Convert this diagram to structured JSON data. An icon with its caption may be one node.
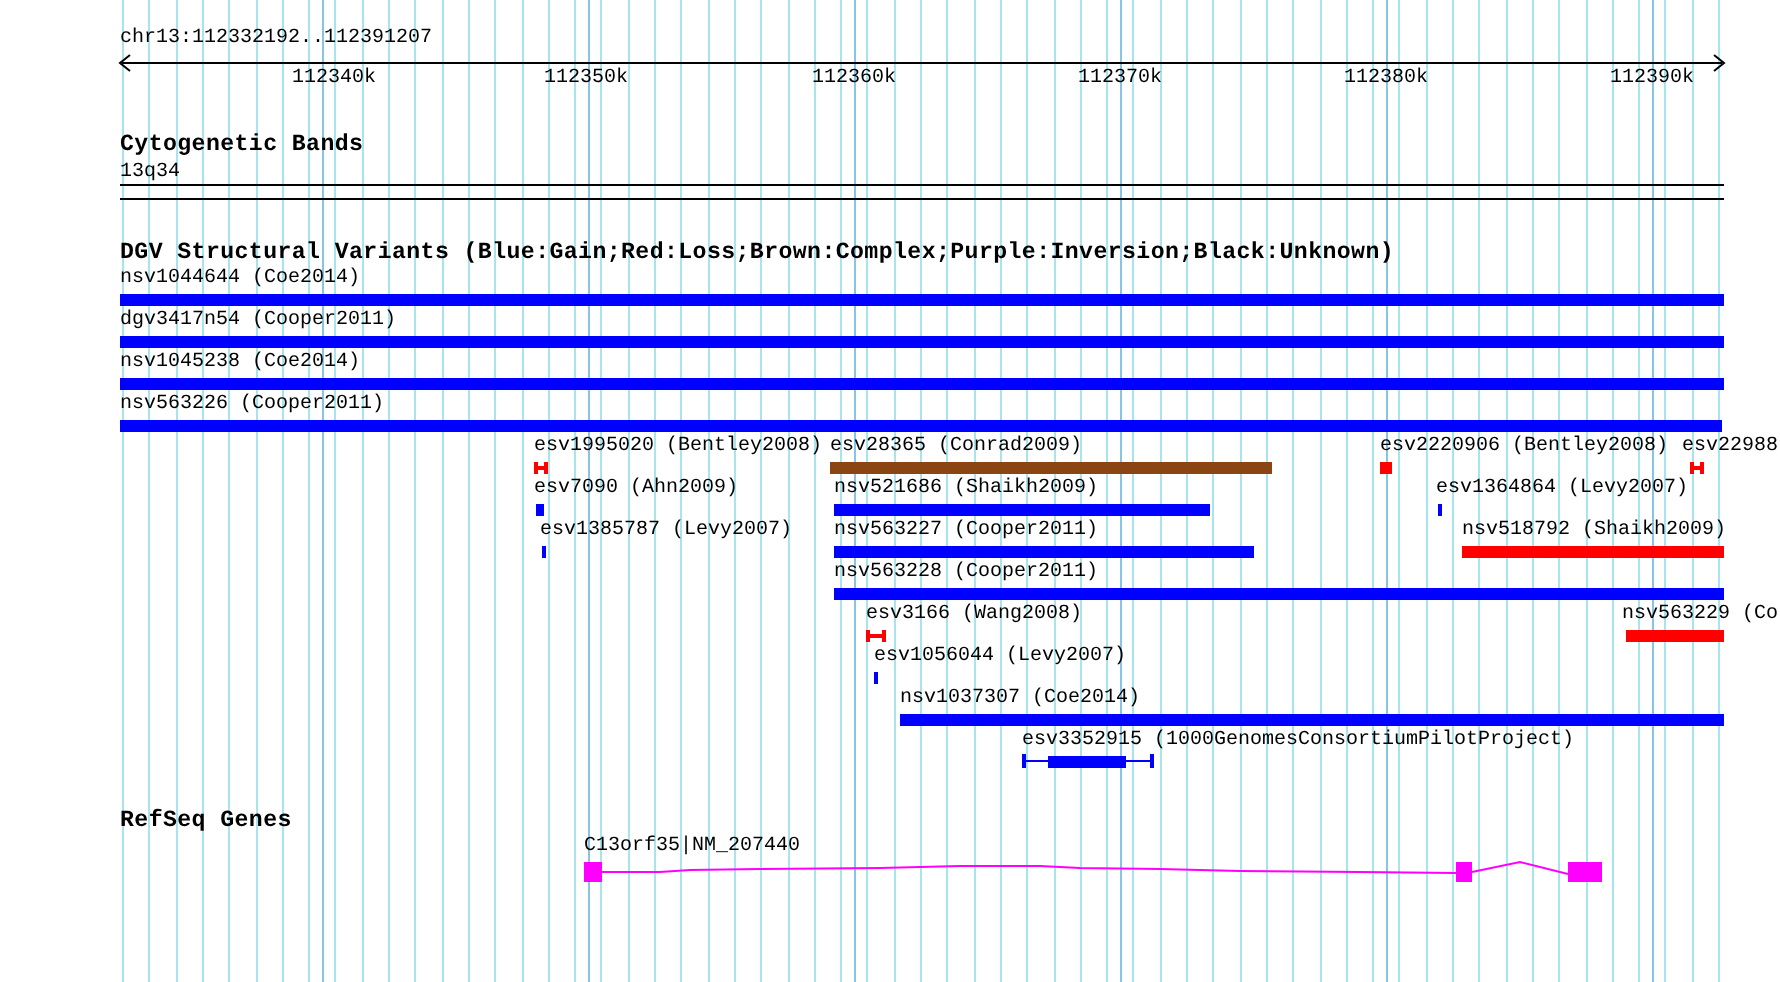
{
  "diagram": {
    "labels": [
      "chr13:112332192..112391207",
      "112340k",
      "112350k",
      "112360k",
      "112370k",
      "112380k",
      "112390k",
      "Cytogenetic Bands",
      "13q34",
      "DGV Structural Variants (Blue:Gain;Red:Loss;Brown:Complex;Purple:Inversion;Black:Unknown)",
      "nsv1044644 (Coe2014)",
      "dgv3417n54 (Cooper2011)",
      "nsv1045238 (Coe2014)",
      "nsv563226 (Cooper2011)",
      "esv1995020 (Bentley2008)",
      "esv28365 (Conrad2009)",
      "esv2220906 (Bentley2008)",
      "esv22988",
      "esv7090 (Ahn2009)",
      "nsv521686 (Shaikh2009)",
      "esv1364864 (Levy2007)",
      "esv1385787 (Levy2007)",
      "nsv563227 (Cooper2011)",
      "nsv518792 (Shaikh2009)",
      "nsv563228 (Cooper2011)",
      "esv3166 (Wang2008)",
      "nsv563229 (Co",
      "esv1056044 (Levy2007)",
      "nsv1037307 (Coe2014)",
      "esv3352915 (1000GenomesConsortiumPilotProject)",
      "RefSeq Genes",
      "C13orf35|NM_207440"
    ]
  }
}
